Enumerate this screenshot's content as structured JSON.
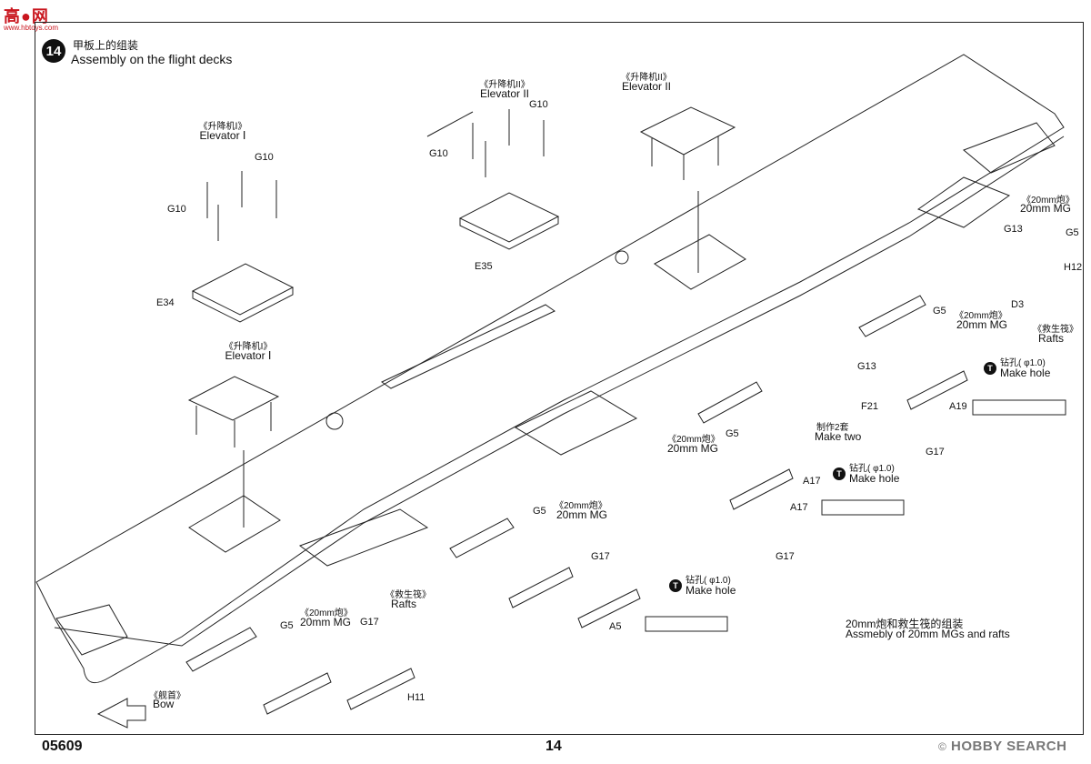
{
  "watermark_top": {
    "brand": "高●网",
    "url": "www.hbtoys.com"
  },
  "watermark_bottom": {
    "copyright": "©",
    "brand": "HOBBY SEARCH"
  },
  "step": {
    "number": "14",
    "title_cn": "甲板上的组装",
    "title_en": "Assembly on the flight decks"
  },
  "elevators": [
    {
      "cn": "《升降机Ⅰ》",
      "en": "Elevator Ⅰ"
    },
    {
      "cn": "《升降机II》",
      "en": "Elevator II"
    },
    {
      "cn": "《升降机II》",
      "en": "Elevator II"
    },
    {
      "cn": "《升降机I》",
      "en": "Elevator Ⅰ"
    }
  ],
  "parts": {
    "g10": "G10",
    "e34": "E34",
    "e35": "E35",
    "g13": "G13",
    "g5": "G5",
    "h12": "H12",
    "d3": "D3",
    "f21": "F21",
    "a19": "A19",
    "g17": "G17",
    "a17": "A17",
    "a5": "A5",
    "h11": "H11"
  },
  "mg": {
    "cn": "《20mm炮》",
    "en": "20mm MG"
  },
  "rafts": {
    "cn": "《救生筏》",
    "en": "Rafts"
  },
  "drill": {
    "badge": "T",
    "cn": "钻孔( φ1.0)",
    "en": "Make hole"
  },
  "make_two": {
    "cn": "制作2套",
    "en": "Make two"
  },
  "bow": {
    "cn": "《舰首》",
    "en": "Bow"
  },
  "assembly_note": {
    "cn": "20mm炮和救生筏的组装",
    "en": "Assmebly of 20mm MGs and rafts"
  },
  "footer": {
    "code": "05609",
    "page": "14"
  }
}
